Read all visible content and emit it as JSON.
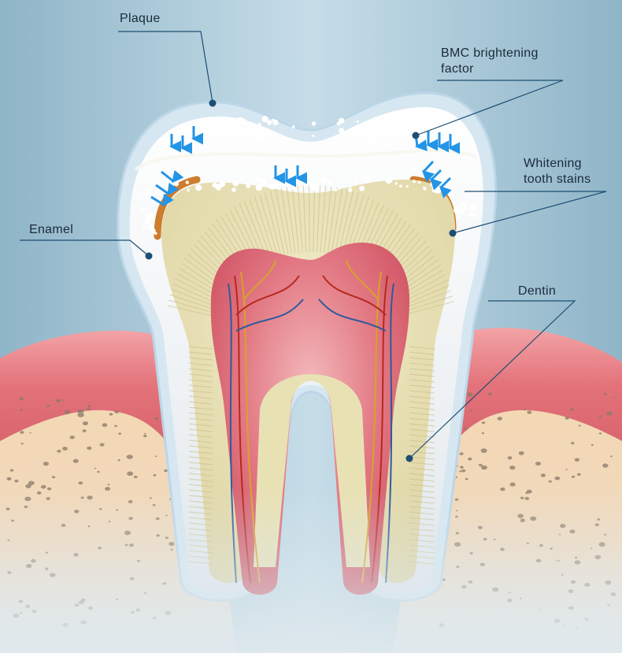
{
  "labels": {
    "plaque": "Plaque",
    "bmc": {
      "line1": "BMC brightening",
      "line2": "factor"
    },
    "whitening": {
      "line1": "Whitening",
      "line2": "tooth stains"
    },
    "enamel": "Enamel",
    "dentin": "Dentin"
  },
  "colors": {
    "background": "#a9c9d8",
    "enamel": "#eef2f5",
    "dentin": "#e8e1b4",
    "pulp": "#d9606c",
    "gum": "#e77f86",
    "bone": "#f0d7b4",
    "arrow": "#2394e6",
    "stain": "#c96e16",
    "leader": "#1c4e72"
  }
}
